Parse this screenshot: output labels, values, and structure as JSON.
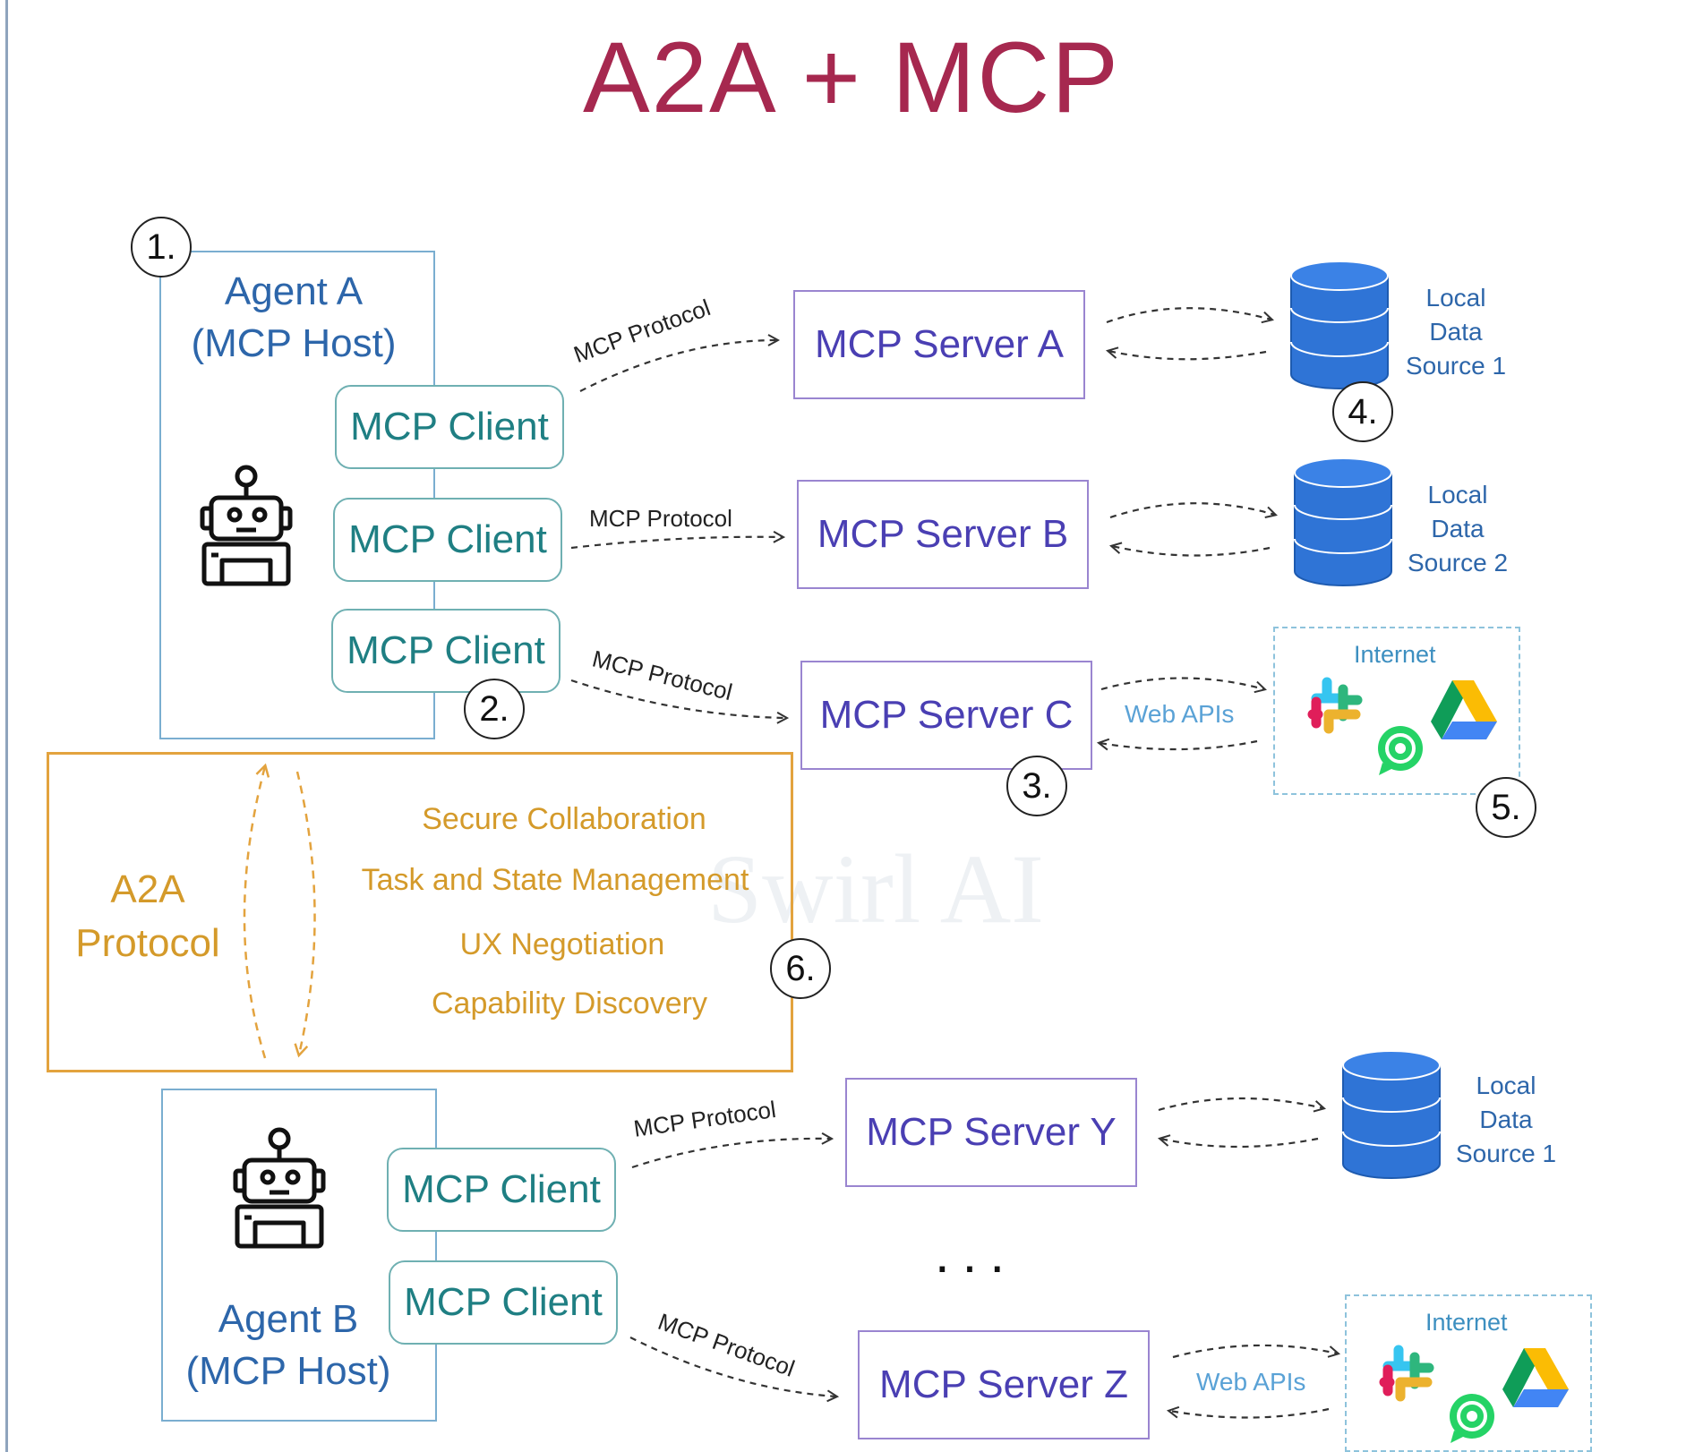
{
  "title": "A2A + MCP",
  "watermark": "Swirl AI",
  "agents": {
    "a": {
      "name": "Agent A",
      "role": "(MCP Host)",
      "badge": "1."
    },
    "b": {
      "name": "Agent B",
      "role": "(MCP Host)"
    }
  },
  "client_label": "MCP Client",
  "protocol_label": "MCP Protocol",
  "web_apis_label": "Web APIs",
  "internet_label": "Internet",
  "servers": {
    "a": "MCP Server A",
    "b": "MCP Server B",
    "c": "MCP Server C",
    "y": "MCP Server Y",
    "z": "MCP Server Z"
  },
  "data_sources": {
    "ds_a": [
      "Local",
      "Data",
      "Source 1"
    ],
    "ds_b": [
      "Local",
      "Data",
      "Source 2"
    ],
    "ds_y": [
      "Local",
      "Data",
      "Source 1"
    ]
  },
  "badges": {
    "one": "1.",
    "two": "2.",
    "three": "3.",
    "four": "4.",
    "five": "5.",
    "six": "6."
  },
  "a2a": {
    "title_line1": "A2A",
    "title_line2": "Protocol",
    "features": [
      "Secure Collaboration",
      "Task and State Management",
      "UX Negotiation",
      "Capability Discovery"
    ]
  },
  "ellipsis": "...",
  "colors": {
    "title": "#a6284f",
    "agent": "#2d66aa",
    "client": "#1f7f83",
    "server": "#4a3fb3",
    "a2a": "#d49a2a",
    "database": "#2f74d6"
  },
  "icons": [
    "robot-icon",
    "database-icon",
    "slack-icon",
    "google-drive-icon",
    "whatsapp-icon"
  ]
}
